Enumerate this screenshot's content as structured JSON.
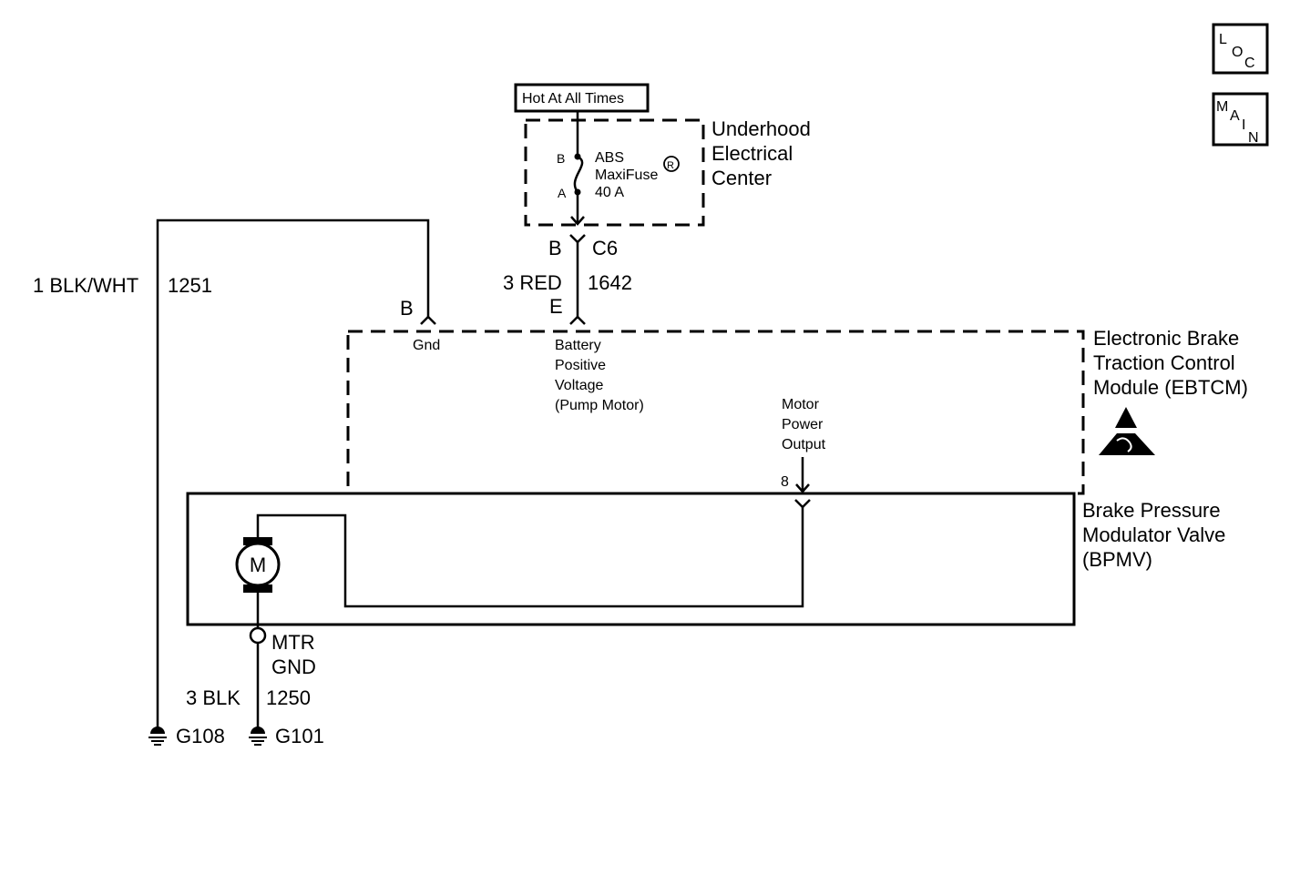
{
  "hot_label": "Hot At All Times",
  "underhood": {
    "line1": "Underhood",
    "line2": "Electrical",
    "line3": "Center"
  },
  "fuse": {
    "pin_b": "B",
    "pin_a": "A",
    "name1": "ABS",
    "name2": "MaxiFuse",
    "rating": "40 A",
    "reg_mark": "R"
  },
  "connector_c6": {
    "pin": "B",
    "name": "C6"
  },
  "wire_red": {
    "gauge_color": "3 RED",
    "circuit": "1642",
    "pin": "E"
  },
  "wire_blkwht": {
    "gauge_color": "1 BLK/WHT",
    "circuit": "1251",
    "pin": "B"
  },
  "ebtcm": {
    "line1": "Electronic Brake",
    "line2": "Traction Control",
    "line3": "Module (EBTCM)",
    "gnd_label": "Gnd",
    "batt_l1": "Battery",
    "batt_l2": "Positive",
    "batt_l3": "Voltage",
    "batt_l4": "(Pump Motor)",
    "motor_l1": "Motor",
    "motor_l2": "Power",
    "motor_l3": "Output",
    "motor_pin": "8"
  },
  "bpmv": {
    "line1": "Brake Pressure",
    "line2": "Modulator Valve",
    "line3": "(BPMV)"
  },
  "motor_symbol": "M",
  "mtr_gnd": {
    "line1": "MTR",
    "line2": "GND"
  },
  "wire_blk": {
    "gauge_color": "3 BLK",
    "circuit": "1250"
  },
  "grounds": {
    "g108": "G108",
    "g101": "G101"
  },
  "nav": {
    "loc": {
      "c1": "L",
      "c2": "O",
      "c3": "C"
    },
    "main": {
      "c1": "M",
      "c2": "A",
      "c3": "I",
      "c4": "N"
    }
  }
}
